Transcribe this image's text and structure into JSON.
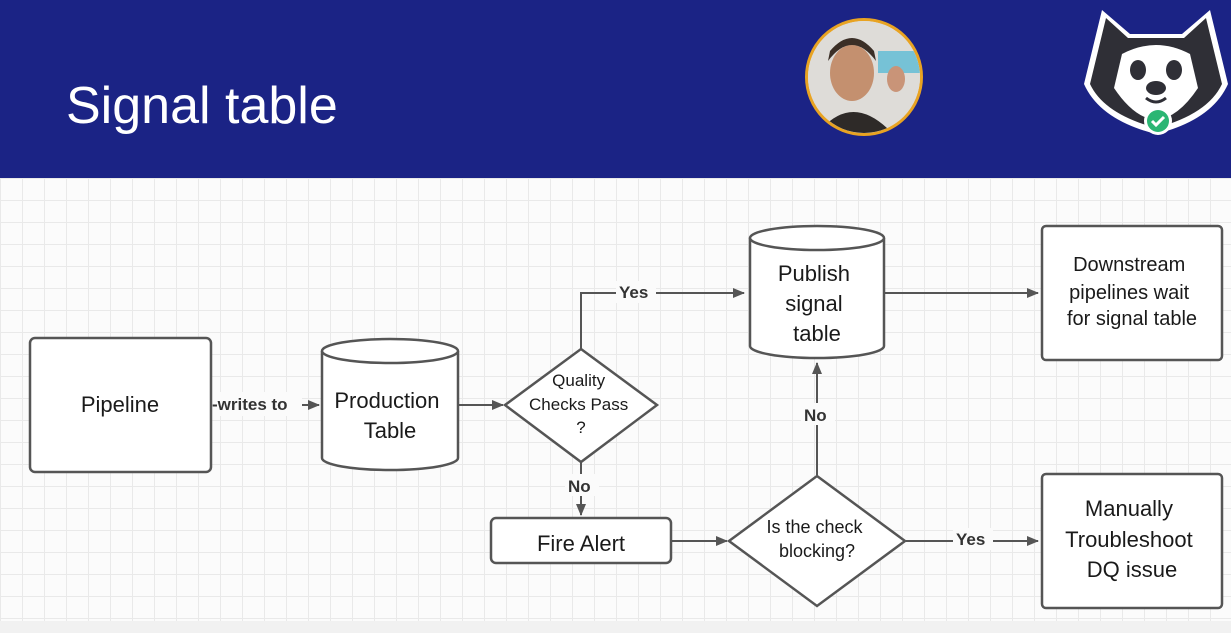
{
  "slide": {
    "title": "Signal table"
  },
  "flowchart": {
    "nodes": {
      "pipeline": "Pipeline",
      "production_table": [
        "Production",
        "Table"
      ],
      "quality_check": [
        "Quality",
        "Checks Pass",
        "?"
      ],
      "publish": [
        "Publish",
        "signal",
        "table"
      ],
      "downstream": [
        "Downstream",
        "pipelines wait",
        "for signal table"
      ],
      "fire_alert": "Fire Alert",
      "is_blocking": [
        "Is the check",
        "blocking?"
      ],
      "manually": [
        "Manually",
        "Troubleshoot",
        "DQ issue"
      ]
    },
    "edges": {
      "writes_to": "-writes to",
      "yes_publish": "Yes",
      "no_alert": "No",
      "no_publish": "No",
      "yes_manual": "Yes"
    }
  },
  "colors": {
    "header": "#1b2385",
    "line": "#555555",
    "webcam_ring": "#e8a322",
    "badge": "#2bb673"
  },
  "icons": {
    "logo": "husky-mascot-icon",
    "badge": "check-badge-icon"
  }
}
